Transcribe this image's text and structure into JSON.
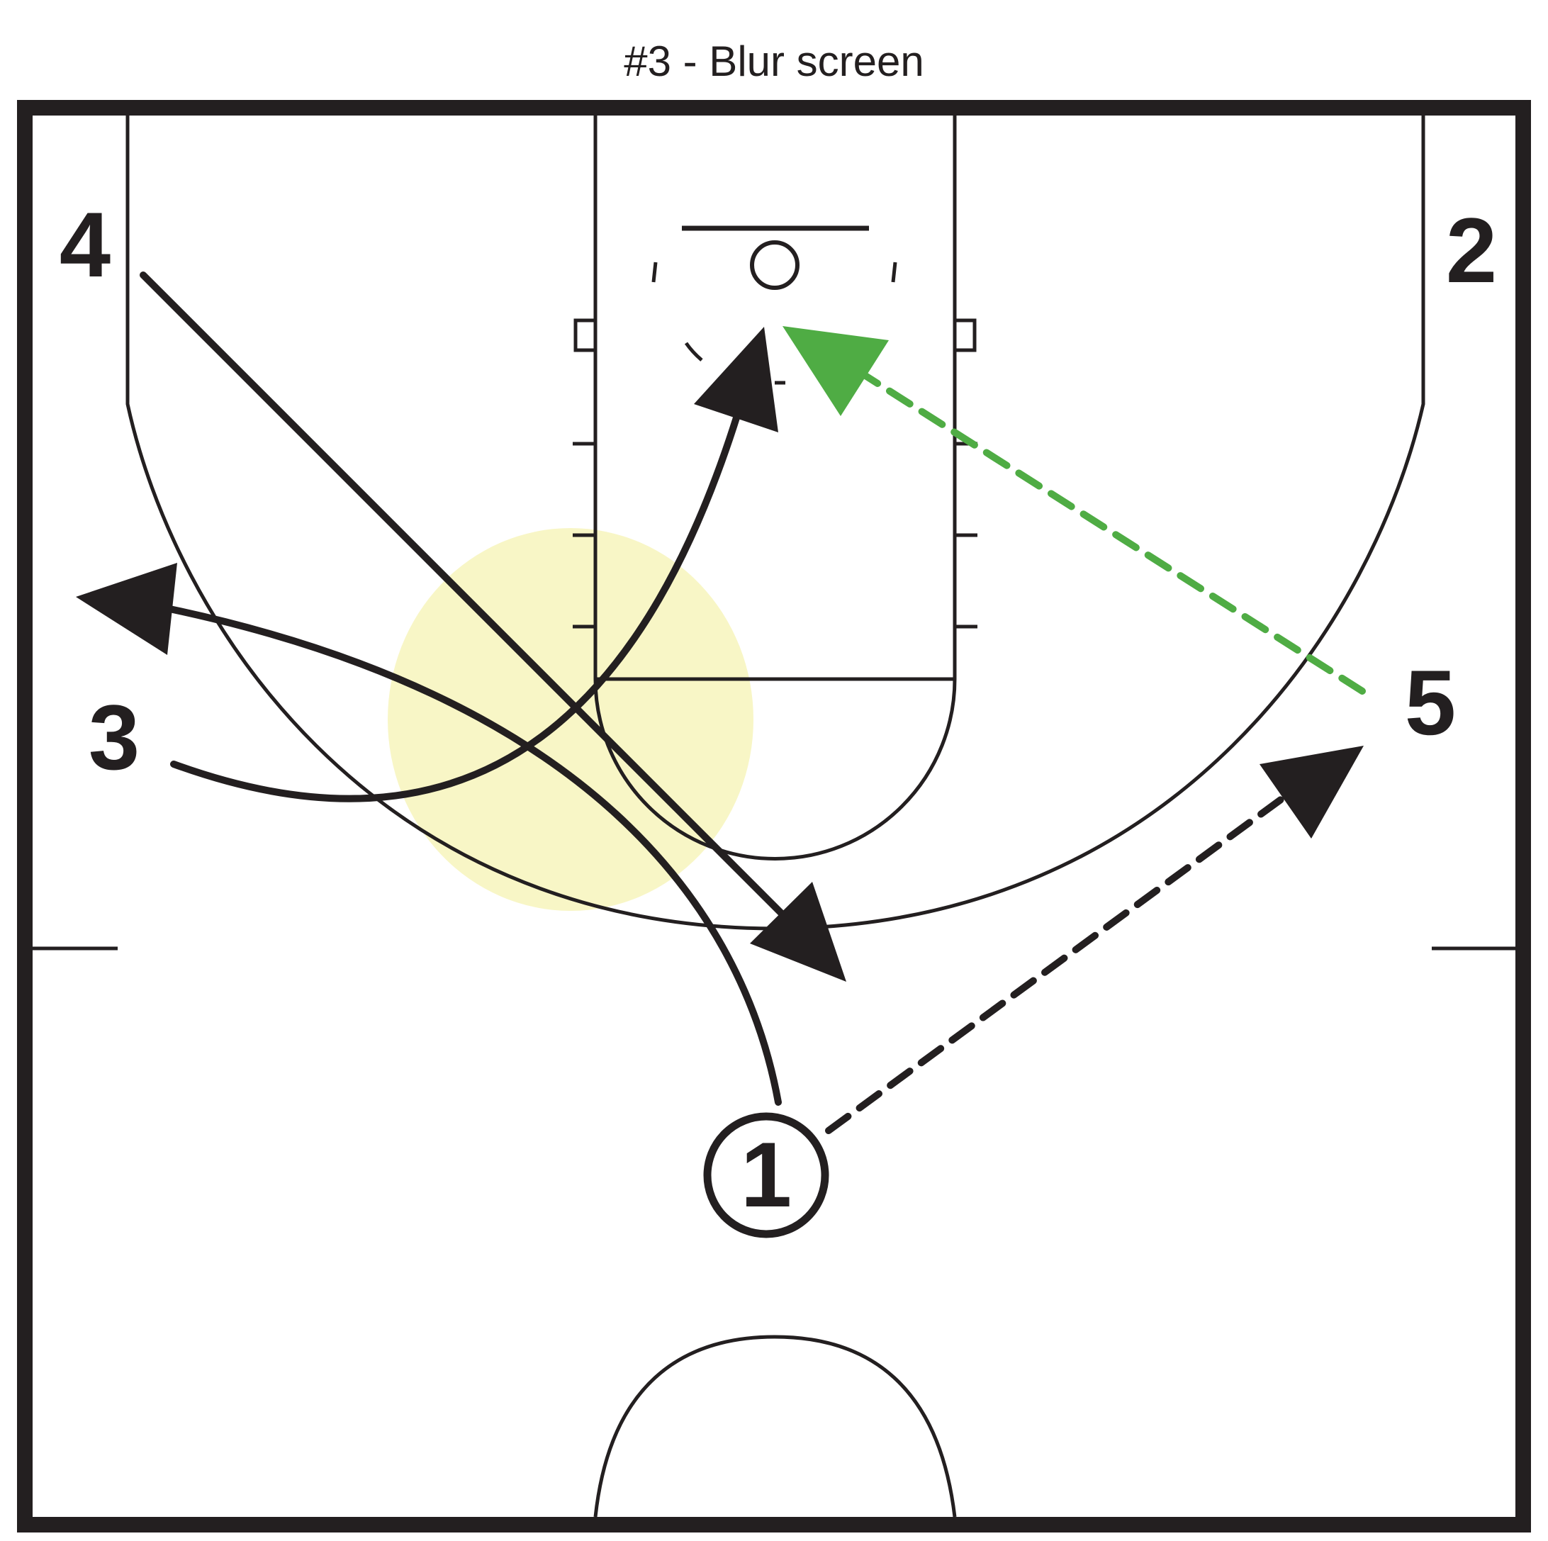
{
  "title": "#3 - Blur screen",
  "colors": {
    "lines": "#231f20",
    "pass_green": "#4fac44",
    "highlight": "#f8f6c6",
    "background": "#ffffff"
  },
  "players": [
    {
      "id": "player-1",
      "label": "1",
      "ball_handler": true
    },
    {
      "id": "player-2",
      "label": "2"
    },
    {
      "id": "player-3",
      "label": "3"
    },
    {
      "id": "player-4",
      "label": "4"
    },
    {
      "id": "player-5",
      "label": "5"
    }
  ]
}
